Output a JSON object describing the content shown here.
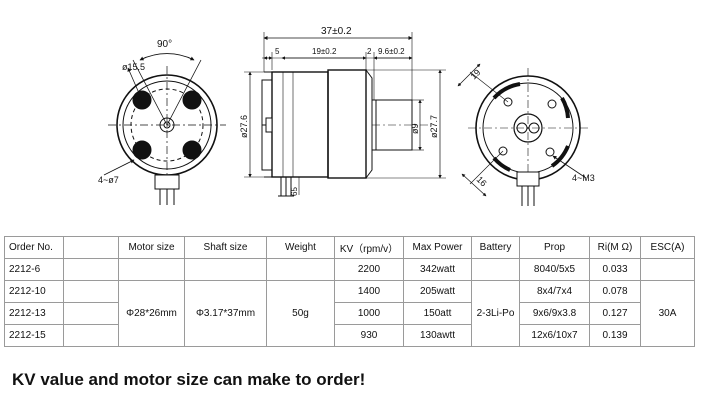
{
  "drawing": {
    "front_view": {
      "angle": "90°",
      "bolt_circle": "ø15.5",
      "hole_callout": "4~ø7"
    },
    "side_view": {
      "overall_length": "37±0.2",
      "dim_5": "5",
      "dim_body": "19±0.2",
      "dim_2": "2",
      "dim_shaft": "9.6±0.2",
      "dia_case": "ø27.6",
      "dia_shaft": "ø9",
      "dia_flange": "ø27.7",
      "lead_length": "65"
    },
    "rear_view": {
      "dim_19": "19",
      "dim_16": "16",
      "thread_callout": "4~M3"
    }
  },
  "table": {
    "headers": [
      "Order No.",
      "",
      "Motor size",
      "Shaft size",
      "Weight",
      "KV（rpm/v）",
      "Max Power",
      "Battery",
      "Prop",
      "Ri(M Ω)",
      "ESC(A)"
    ],
    "rows": [
      {
        "order": "2212-6",
        "kv": "2200",
        "power": "342watt",
        "prop": "8040/5x5",
        "ri": "0.033"
      },
      {
        "order": "2212-10",
        "kv": "1400",
        "power": "205watt",
        "prop": "8x4/7x4",
        "ri": "0.078"
      },
      {
        "order": "2212-13",
        "kv": "1000",
        "power": "150att",
        "prop": "9x6/9x3.8",
        "ri": "0.127"
      },
      {
        "order": "2212-15",
        "kv": "930",
        "power": "130awtt",
        "prop": "12x6/10x7",
        "ri": "0.139"
      }
    ],
    "shared": {
      "motor_size": "Φ28*26mm",
      "shaft_size": "Φ3.17*37mm",
      "weight": "50g",
      "battery": "2-3Li-Po",
      "esc": "30A"
    }
  },
  "footer": "KV value and motor size can make to order!"
}
